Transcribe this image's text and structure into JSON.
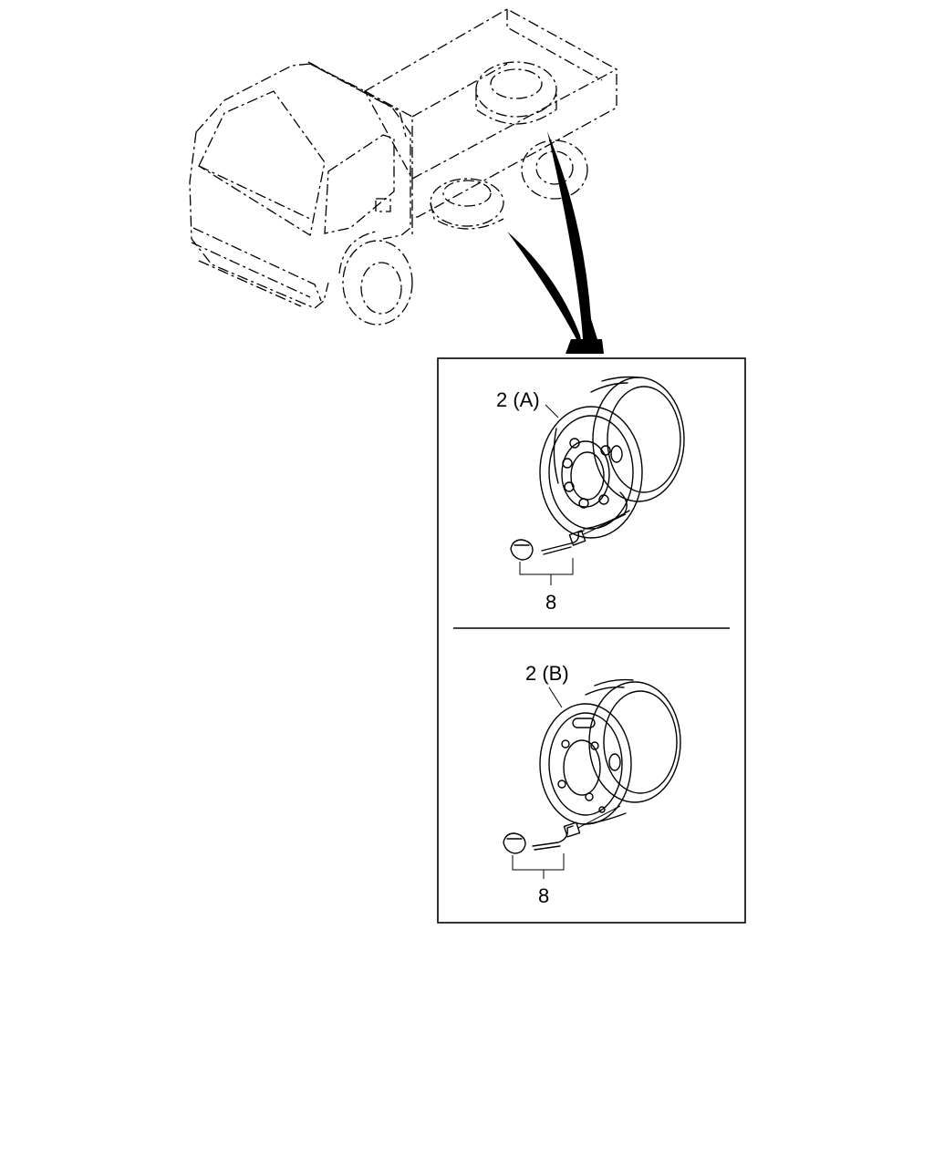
{
  "diagram": {
    "callouts": {
      "wheel_a": "2 (A)",
      "valve_a": "8",
      "wheel_b": "2 (B)",
      "valve_b": "8"
    },
    "colors": {
      "line": "#000000",
      "background": "#ffffff"
    }
  }
}
